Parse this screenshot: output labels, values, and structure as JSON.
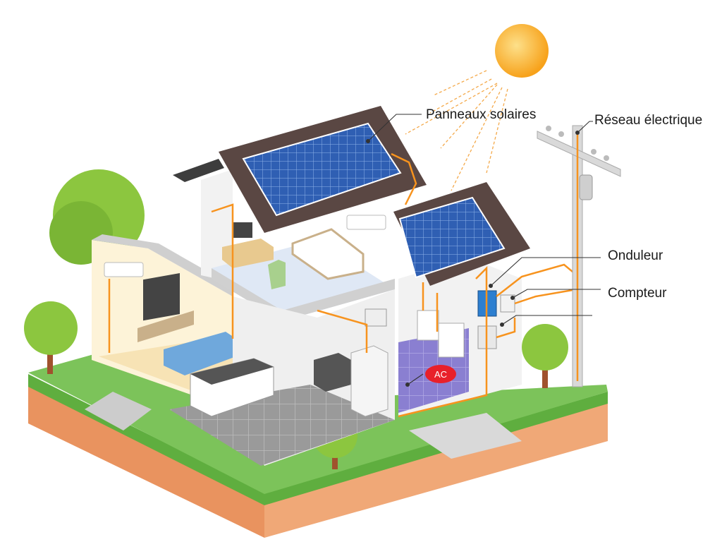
{
  "labels": {
    "solar_panels": "Panneaux solaires",
    "grid": "Réseau électrique",
    "inverter": "Onduleur",
    "meter": "Compteur",
    "ac_badge": "AC"
  },
  "colors": {
    "sun": "#fbb03b",
    "wire": "#f7931e",
    "grass": "#7cc35a",
    "soil": "#e9935f",
    "roof": "#5a4743",
    "panel": "#2f5fb3",
    "ac_badge": "#e8202a"
  }
}
